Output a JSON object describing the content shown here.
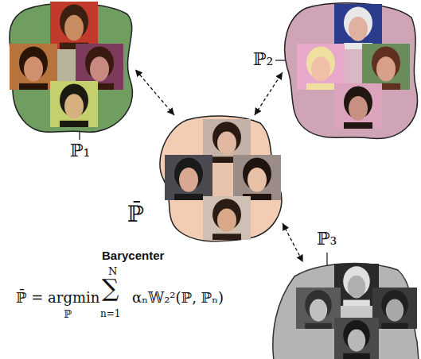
{
  "diagram": {
    "nodes": [
      {
        "text": [
          "ℙ₁"
        ]
      },
      {
        "text": [
          "ℙ₂"
        ]
      },
      {
        "text": [
          "ℙ̄",
          "Barycenter"
        ]
      },
      {
        "text": [
          "ℙ₃"
        ]
      }
    ],
    "edges": [
      {
        "from": 2,
        "to": 0,
        "arrow": "both"
      },
      {
        "from": 2,
        "to": 1,
        "arrow": "both"
      },
      {
        "from": 2,
        "to": 3,
        "arrow": "both"
      }
    ],
    "labels": [
      "ℙ̄ = argmin",
      "ℙ",
      "N",
      "∑",
      "n=1",
      "αₙ𝕎₂²(ℙ, ℙₙ)"
    ]
  }
}
